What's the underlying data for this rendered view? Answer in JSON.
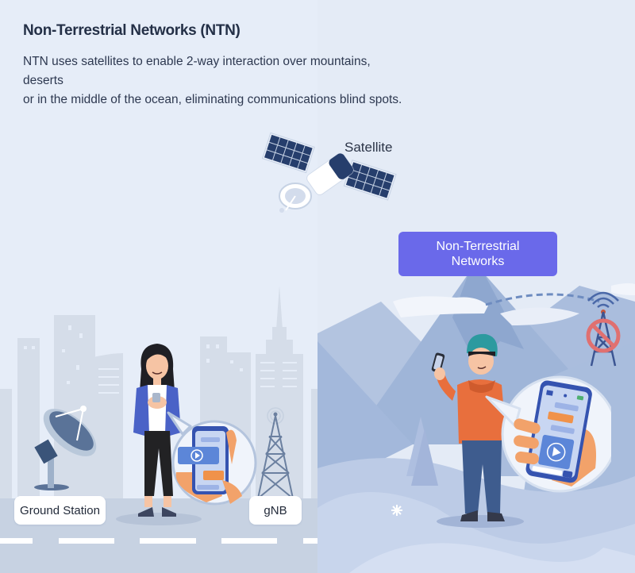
{
  "header": {
    "title": "Non-Terrestrial Networks (NTN)",
    "description_line1": "NTN uses satellites to enable 2-way interaction over mountains, deserts",
    "description_line2": "or in the middle of the ocean, eliminating communications blind spots."
  },
  "labels": {
    "satellite": "Satellite",
    "ntn_box_line1": "Non-Terrestrial",
    "ntn_box_line2": "Networks",
    "ground_station": "Ground Station",
    "gnb": "gNB"
  },
  "icons": {
    "satellite": "satellite-icon",
    "ground_station": "satellite-dish-icon",
    "gnb": "cell-tower-icon",
    "blocked_tower": "no-signal-tower-icon",
    "phone_left": "smartphone-chat-icon",
    "phone_right": "smartphone-video-icon",
    "play": "play-icon",
    "snowflake": "snowflake-icon"
  },
  "colors": {
    "background_left": "#e6edf8",
    "background_right": "#e4ebf6",
    "title_text": "#243047",
    "ntn_box": "#6a69ea",
    "road": "#c4cfdf",
    "mountain": "#9fb5d8",
    "jacket_blue": "#4a62c7",
    "hoodie_orange": "#e86f3d",
    "beanie_teal": "#2c9a9f",
    "chat_orange": "#f0924a",
    "blocked_red": "#e07070",
    "satellite_panel": "#263e6c"
  }
}
